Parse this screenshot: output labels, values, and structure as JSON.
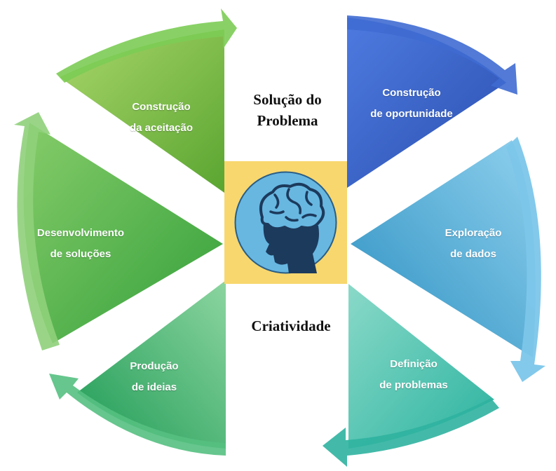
{
  "title": {
    "line1": "Solução do",
    "line2": "Problema"
  },
  "center": {
    "icon": "head-brain-icon",
    "caption": "Criatividade",
    "background": "#f8d76e",
    "circle": "#67b7e1",
    "silhouette": "#1c3a5c"
  },
  "segments": [
    {
      "id": "construcao-aceitacao",
      "line1": "Construção",
      "line2": "da aceitação",
      "color": "#6db33f"
    },
    {
      "id": "construcao-oportunidade",
      "line1": "Construção",
      "line2": "de oportunidade",
      "color": "#3a63c9"
    },
    {
      "id": "exploracao-dados",
      "line1": "Exploração",
      "line2": "de dados",
      "color": "#3aa0cf"
    },
    {
      "id": "definicao-problemas",
      "line1": "Definição",
      "line2": "de problemas",
      "color": "#2aa999"
    },
    {
      "id": "producao-ideias",
      "line1": "Produção",
      "line2": "de ideias",
      "color": "#2faa5a"
    },
    {
      "id": "desenvolvimento-solucoes",
      "line1": "Desenvolvimento",
      "line2": "de soluções",
      "color": "#4cad3c"
    }
  ]
}
